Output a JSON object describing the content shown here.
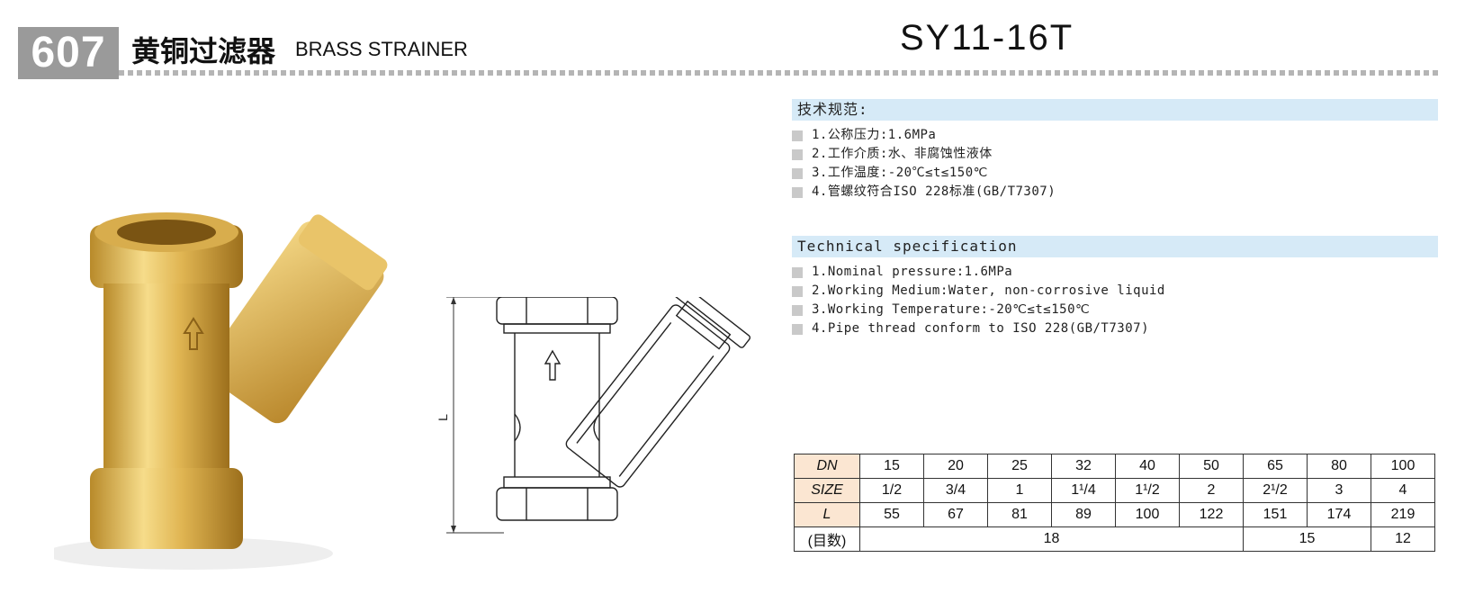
{
  "header": {
    "code": "607",
    "title_cn": "黄铜过滤器",
    "title_en": "BRASS STRAINER",
    "model": "SY11-16T"
  },
  "spec_cn": {
    "heading": "技术规范:",
    "items": [
      "1.公称压力:1.6MPa",
      "2.工作介质:水、非腐蚀性液体",
      "3.工作温度:-20℃≤t≤150℃",
      "4.管螺纹符合ISO 228标准(GB/T7307)"
    ]
  },
  "spec_en": {
    "heading": "Technical specification",
    "items": [
      "1.Nominal pressure:1.6MPa",
      "2.Working Medium:Water, non-corrosive liquid",
      "3.Working Temperature:-20℃≤t≤150℃",
      "4.Pipe thread conform to ISO 228(GB/T7307)"
    ]
  },
  "drawing": {
    "dimension_label": "L"
  },
  "table": {
    "row_dn": {
      "label": "DN",
      "values": [
        "15",
        "20",
        "25",
        "32",
        "40",
        "50",
        "65",
        "80",
        "100"
      ]
    },
    "row_size": {
      "label": "SIZE",
      "values": [
        "1/2",
        "3/4",
        "1",
        "1¹/4",
        "1¹/2",
        "2",
        "2¹/2",
        "3",
        "4"
      ]
    },
    "row_l": {
      "label": "L",
      "values": [
        "55",
        "67",
        "81",
        "89",
        "100",
        "122",
        "151",
        "174",
        "219"
      ]
    },
    "row_qty": {
      "label": "(目数)",
      "values": [
        "18",
        "15",
        "12"
      ]
    }
  }
}
